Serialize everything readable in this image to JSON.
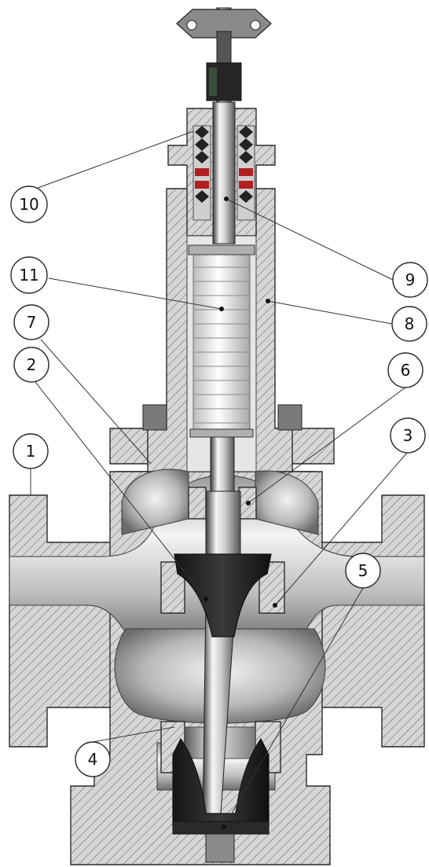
{
  "callouts": [
    {
      "id": "1",
      "label": "1"
    },
    {
      "id": "2",
      "label": "2"
    },
    {
      "id": "3",
      "label": "3"
    },
    {
      "id": "4",
      "label": "4"
    },
    {
      "id": "5",
      "label": "5"
    },
    {
      "id": "6",
      "label": "6"
    },
    {
      "id": "7",
      "label": "7"
    },
    {
      "id": "8",
      "label": "8"
    },
    {
      "id": "9",
      "label": "9"
    },
    {
      "id": "10",
      "label": "10"
    },
    {
      "id": "11",
      "label": "11"
    }
  ],
  "colors": {
    "hatch_background": "#d8d8d8",
    "hatch_line": "#4a4a4a",
    "plug": "#1e1e1e",
    "packing_red": "#b02020",
    "outline": "#2a2a2a"
  }
}
